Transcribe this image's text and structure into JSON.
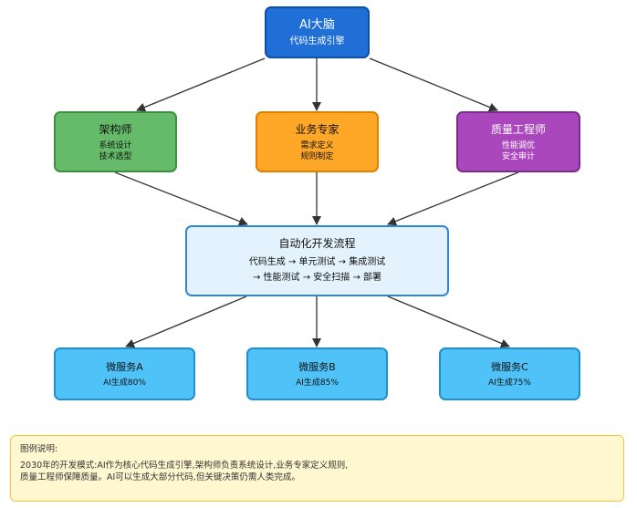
{
  "ai_brain": {
    "title": "AI大脑",
    "subtitle": "代码生成引擎"
  },
  "roles": [
    {
      "title": "架构师",
      "lines": [
        "系统设计",
        "技术选型"
      ]
    },
    {
      "title": "业务专家",
      "lines": [
        "需求定义",
        "规则制定"
      ]
    },
    {
      "title": "质量工程师",
      "lines": [
        "性能调优",
        "安全审计"
      ]
    }
  ],
  "pipeline": {
    "title": "自动化开发流程",
    "line1": "代码生成 → 单元测试 → 集成测试",
    "line2": "→ 性能测试 → 安全扫描 → 部署"
  },
  "services": [
    {
      "title": "微服务A",
      "sub": "AI生成80%"
    },
    {
      "title": "微服务B",
      "sub": "AI生成85%"
    },
    {
      "title": "微服务C",
      "sub": "AI生成75%"
    }
  ],
  "legend": {
    "title": "图例说明:",
    "line1": "2030年的开发模式:AI作为核心代码生成引擎,架构师负责系统设计,业务专家定义规则,",
    "line2": "质量工程师保障质量。AI可以生成大部分代码,但关键决策仍需人类完成。"
  },
  "colors": {
    "ai": "#1f6fd6",
    "architect": "#66bb6a",
    "business": "#ffa726",
    "quality": "#ab47bc",
    "pipeline": "#e3f2fd",
    "service": "#4fc3f7",
    "legend_bg": "#fff7cf",
    "edge": "#333333"
  }
}
